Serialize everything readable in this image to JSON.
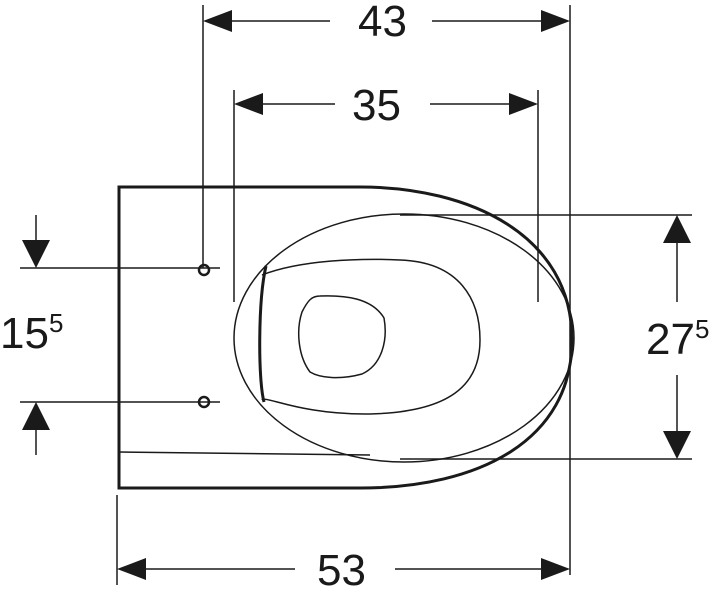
{
  "diagram": {
    "type": "technical-drawing",
    "subject": "wall-hung toilet, top view",
    "line_color": "#1a1a1a",
    "background": "#ffffff",
    "dimensions": {
      "width_43": {
        "value": "43",
        "superscript": ""
      },
      "width_35": {
        "value": "35",
        "superscript": ""
      },
      "depth_53": {
        "value": "53",
        "superscript": ""
      },
      "fixing_spacing": {
        "value": "15",
        "superscript": "5"
      },
      "bowl_width": {
        "value": "27",
        "superscript": "5"
      }
    }
  }
}
